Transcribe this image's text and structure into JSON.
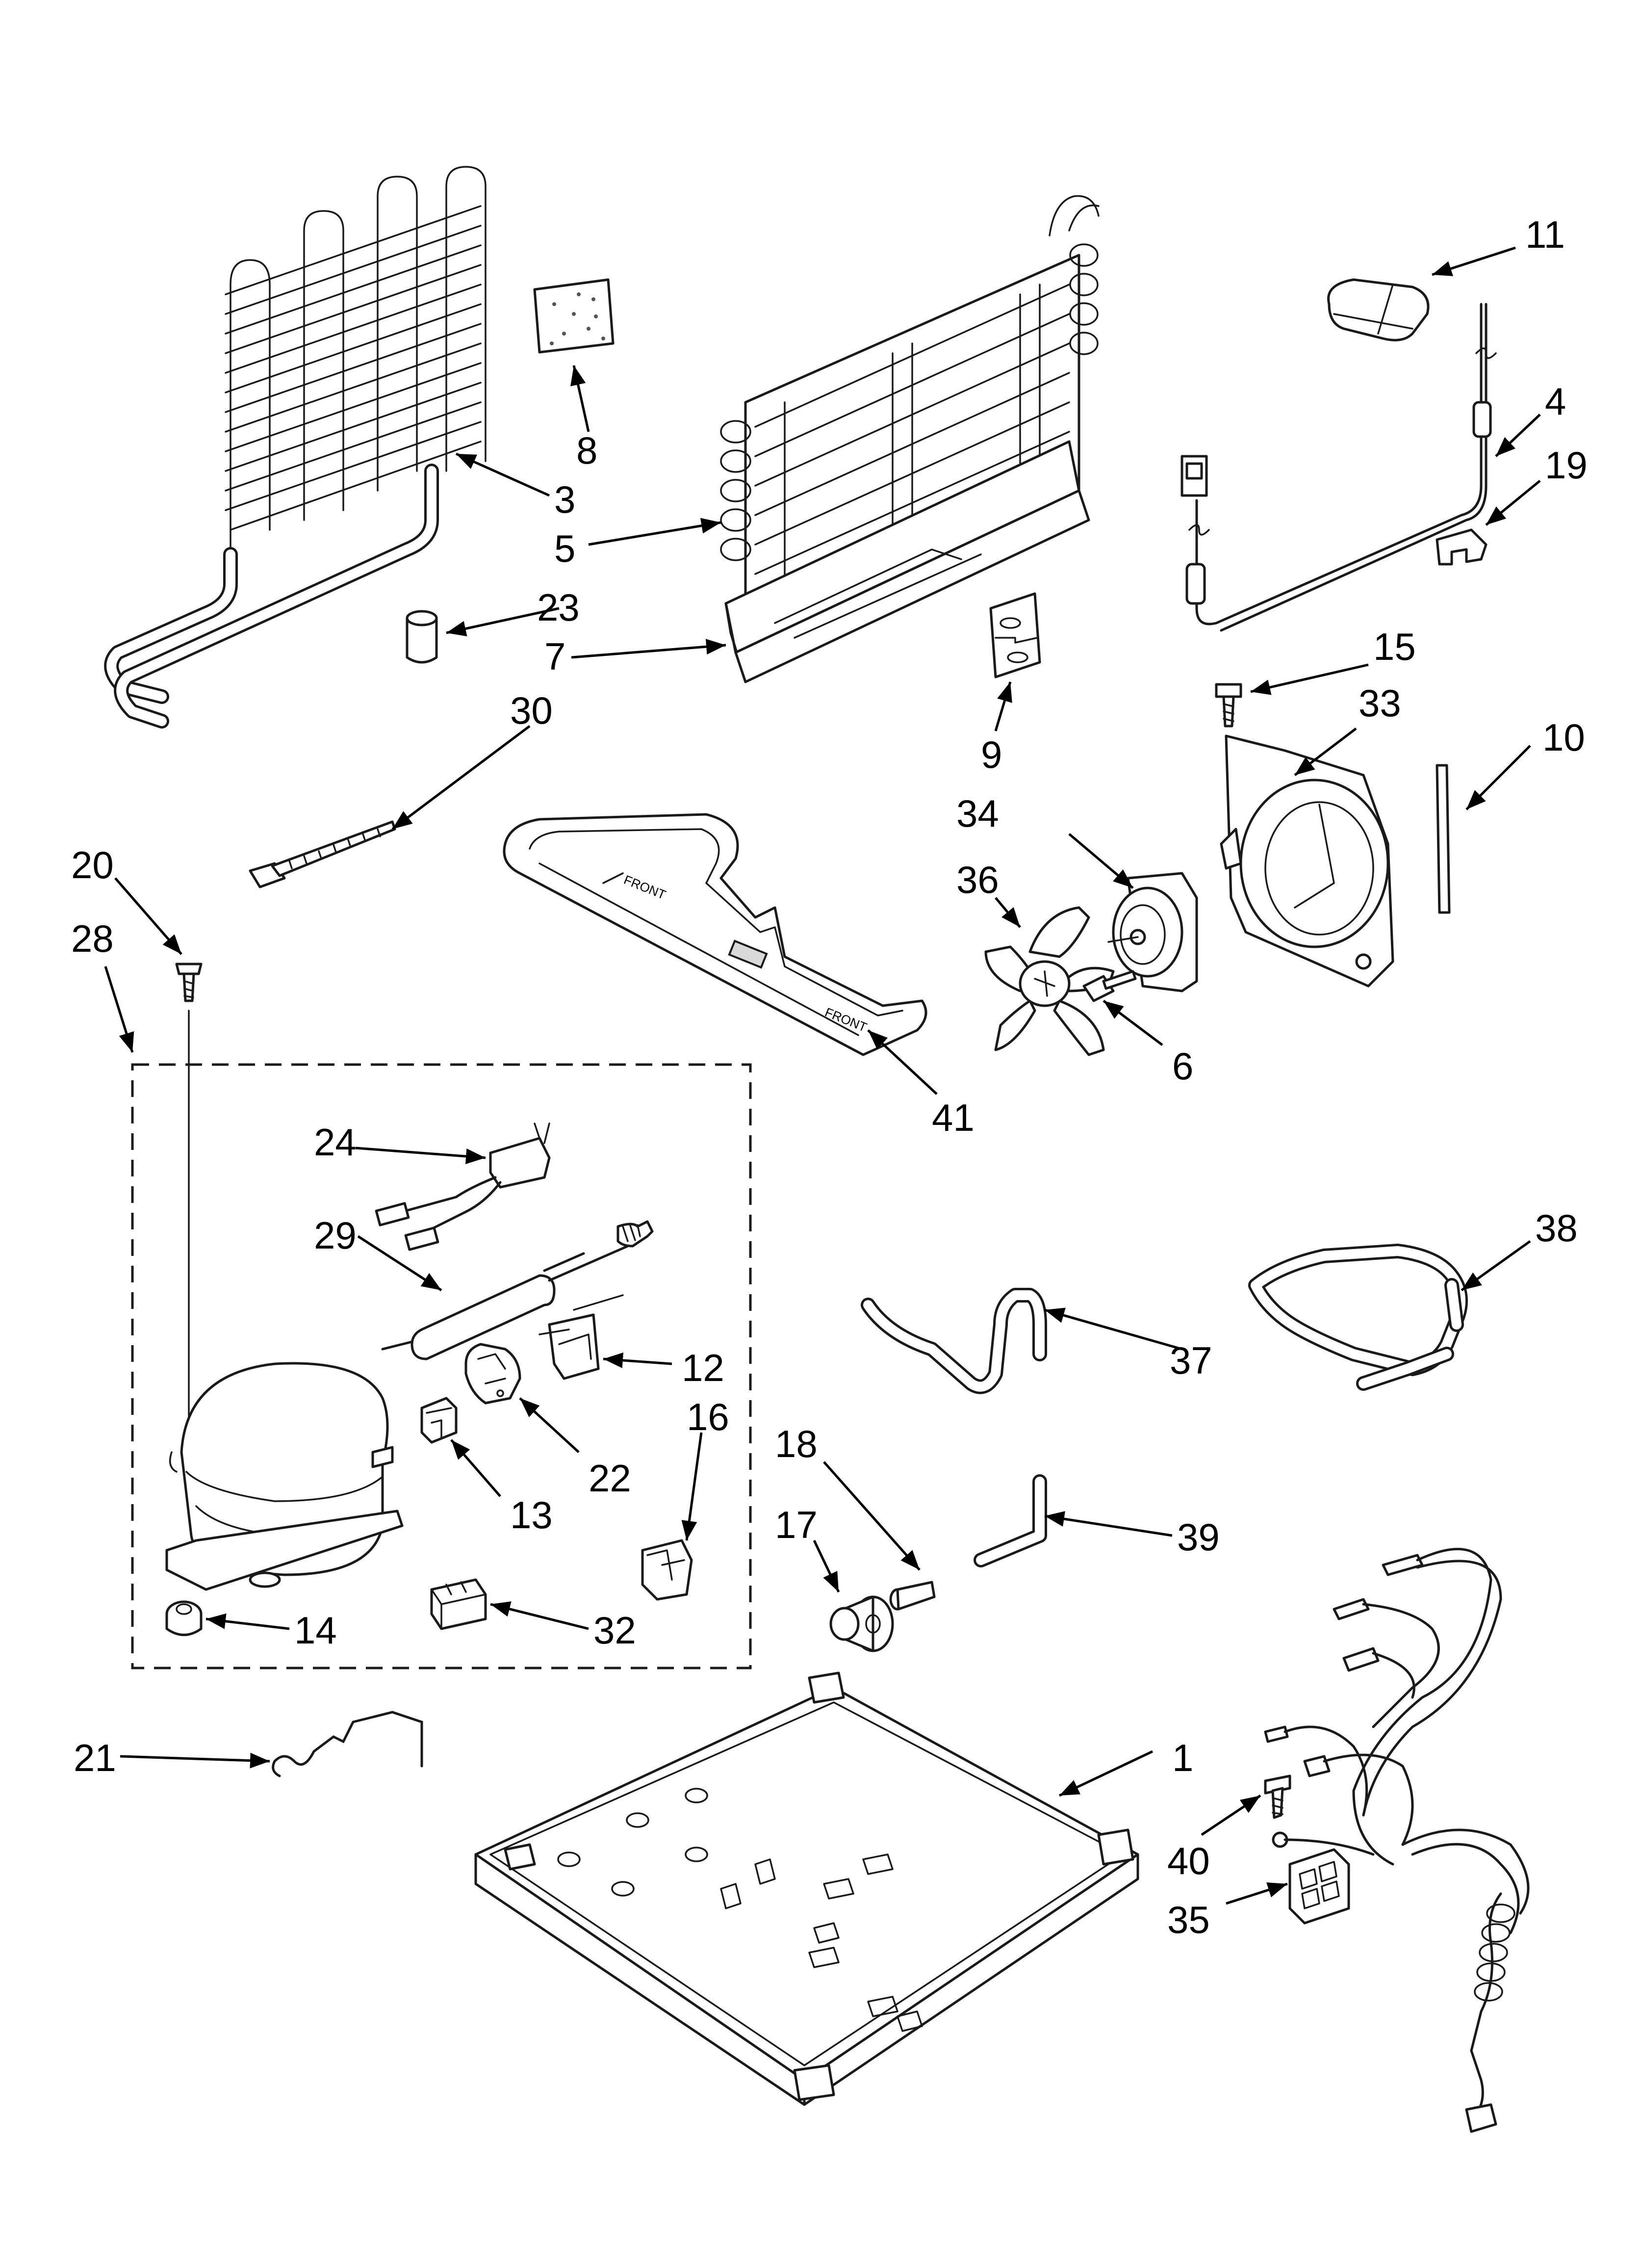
{
  "callouts": [
    {
      "id": "11",
      "text": "11"
    },
    {
      "id": "4",
      "text": "4"
    },
    {
      "id": "19",
      "text": "19"
    },
    {
      "id": "8",
      "text": "8"
    },
    {
      "id": "3",
      "text": "3"
    },
    {
      "id": "5",
      "text": "5"
    },
    {
      "id": "23",
      "text": "23"
    },
    {
      "id": "7",
      "text": "7"
    },
    {
      "id": "15",
      "text": "15"
    },
    {
      "id": "33",
      "text": "33"
    },
    {
      "id": "9",
      "text": "9"
    },
    {
      "id": "10",
      "text": "10"
    },
    {
      "id": "30",
      "text": "30"
    },
    {
      "id": "34",
      "text": "34"
    },
    {
      "id": "36",
      "text": "36"
    },
    {
      "id": "20",
      "text": "20"
    },
    {
      "id": "28",
      "text": "28"
    },
    {
      "id": "6",
      "text": "6"
    },
    {
      "id": "41",
      "text": "41"
    },
    {
      "id": "24",
      "text": "24"
    },
    {
      "id": "29",
      "text": "29"
    },
    {
      "id": "38",
      "text": "38"
    },
    {
      "id": "37",
      "text": "37"
    },
    {
      "id": "12",
      "text": "12"
    },
    {
      "id": "22",
      "text": "22"
    },
    {
      "id": "16",
      "text": "16"
    },
    {
      "id": "18",
      "text": "18"
    },
    {
      "id": "13",
      "text": "13"
    },
    {
      "id": "17",
      "text": "17"
    },
    {
      "id": "39",
      "text": "39"
    },
    {
      "id": "14",
      "text": "14"
    },
    {
      "id": "32",
      "text": "32"
    },
    {
      "id": "21",
      "text": "21"
    },
    {
      "id": "1",
      "text": "1"
    },
    {
      "id": "40",
      "text": "40"
    },
    {
      "id": "35",
      "text": "35"
    }
  ],
  "drip_tray_marks": {
    "arrow_text": "FRONT",
    "front_label": "FRONT"
  }
}
